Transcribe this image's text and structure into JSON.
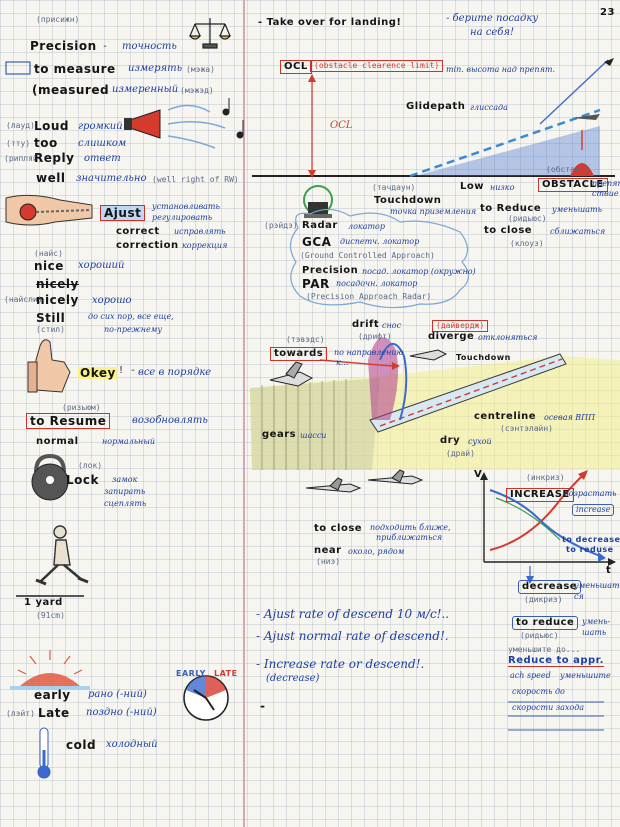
{
  "page_number": "23",
  "left": {
    "precision": {
      "trans": "(присижн)",
      "word": "Precision",
      "ru": "точность"
    },
    "to_measure": {
      "word": "to measure",
      "ru": "измерять",
      "trans": "(мэжа)"
    },
    "measured": {
      "word": "(measured",
      "ru": "измеренный",
      "trans": "(мэжэд)"
    },
    "loud": {
      "trans": "(лауд)",
      "word": "Loud",
      "ru": "громкий"
    },
    "too": {
      "trans": "(тту)",
      "word": "too",
      "ru": "слишком"
    },
    "reply": {
      "trans": "(рипляй)",
      "word": "Reply",
      "ru": "ответ"
    },
    "well": {
      "word": "well",
      "ru": "значительно",
      "note": "(well right of RW)"
    },
    "ajust": {
      "word": "Ajust",
      "ru1": "установливать",
      "ru2": "регулировать"
    },
    "correct": {
      "word": "correct",
      "ru": "исправлять"
    },
    "correction": {
      "word": "correction",
      "ru": "коррекция"
    },
    "nice": {
      "trans": "(найс)",
      "word": "nice",
      "ru": "хороший"
    },
    "nicely_strike": "nicely",
    "nicely": {
      "trans": "(найсли)",
      "word": "nicely",
      "ru": "хорошо"
    },
    "still": {
      "word": "Still",
      "trans": "(стил)",
      "ru1": "до сих пор, все еще,",
      "ru2": "по-прежнему"
    },
    "okey": {
      "word": "Okey",
      "ru": "все в порядке"
    },
    "resume": {
      "trans": "(ризьюм)",
      "word": "to Resume",
      "ru": "возобновлять"
    },
    "normal": {
      "word": "normal",
      "ru": "нормальный"
    },
    "lock": {
      "trans": "(лок)",
      "word": "Lock",
      "ru1": "замок",
      "ru2": "запирать",
      "ru3": "сцеплять"
    },
    "yard": {
      "word": "1 yard",
      "sub": "(91cm)"
    },
    "clock_labels": {
      "early": "EARLY",
      "late": "LATE"
    },
    "early": {
      "word": "early",
      "ru": "рано (-ний)"
    },
    "late": {
      "trans": "(лэйт)",
      "word": "Late",
      "ru": "поздно (-ний)"
    },
    "cold": {
      "word": "cold",
      "ru": "холодный"
    }
  },
  "right": {
    "header": {
      "en": "- Take over for landing!",
      "ru1": "- берите посадку",
      "ru2": "на себя!"
    },
    "ocl": {
      "label": "OCL",
      "full": "(obstacle clearence limit)",
      "ru": "min. высота над препят."
    },
    "ocl_axis": "OCL",
    "glidepath": {
      "word": "Glidepath",
      "ru": "глиссада"
    },
    "low": {
      "word": "Low",
      "ru": "низко"
    },
    "obstacle": {
      "word": "OBSTACLE",
      "ru1": "препят-",
      "ru2": "ствие",
      "trans": "(обстакл)"
    },
    "touchdown": {
      "trans": "(тачдаун)",
      "word": "Touchdown",
      "ru": "точка приземления"
    },
    "reduce": {
      "word": "to Reduce",
      "trans": "(ридьюс)",
      "ru": "уменьшать"
    },
    "close": {
      "word": "to close",
      "ru": "сближаться",
      "trans": "(клоуз)"
    },
    "radar": {
      "trans": "(рэйдэ)",
      "word": "Radar",
      "ru": "локатор"
    },
    "gca": {
      "word": "GCA",
      "ru": "диспетч. локатор",
      "full": "(Ground Controlled Approach)"
    },
    "precision2": {
      "word": "Precision",
      "ru": "посад. локатор (окружно)"
    },
    "par": {
      "word": "PAR",
      "ru": "посадочн. локатор",
      "full": "(Precision Approach Radar)"
    },
    "towards": {
      "trans": "(тэвэдс)",
      "word": "towards",
      "ru1": "по направлению",
      "ru2": "к..."
    },
    "drift": {
      "word": "drift",
      "ru": "снос",
      "trans": "(дрифт)"
    },
    "diverge": {
      "trans": "(дайвердж)",
      "word": "diverge",
      "ru": "отклоняться"
    },
    "touchdown2": "Touchdown",
    "gears": {
      "word": "gears",
      "ru": "шасси"
    },
    "centreline": {
      "word": "centreline",
      "ru": "осевая ВПП",
      "trans": "(сэнтэлайн)"
    },
    "dry": {
      "word": "dry",
      "ru": "сухой",
      "trans": "(драй)"
    },
    "to_close2": {
      "word": "to close",
      "ru1": "подходить ближе,",
      "ru2": "приближаться"
    },
    "near": {
      "word": "near",
      "ru": "около, рядом",
      "trans": "(ниэ)"
    },
    "graph": {
      "v_axis": "V",
      "t_axis": "t",
      "increase": {
        "trans": "(инкриз)",
        "word": "INCREASE",
        "ru": "возрастать",
        "word2": "increase"
      },
      "to_decrease": "to decrease",
      "to_reduse": "to reduse",
      "decrease": {
        "word": "decrease",
        "ru": "уменьшать-",
        "ru2": "ся",
        "trans": "(дикриз)"
      },
      "to_reduce": {
        "word": "to reduce",
        "ru1": "умень-",
        "ru2": "шать",
        "trans": "(ридьюс)"
      }
    },
    "phrases": [
      "- Ajust rate of descend 10 м/с!..",
      "- Ajust normal rate of descend!.",
      "- Increase rate or descend!.",
      "(decrease)"
    ],
    "reduce_approach": {
      "l1": "уменьшите до...",
      "word": "Reduce to appr.",
      "l2": "ach speed",
      "l3": "уменьшите",
      "l4": "скорость до",
      "l5": "скорости захода"
    },
    "dash": "-"
  }
}
